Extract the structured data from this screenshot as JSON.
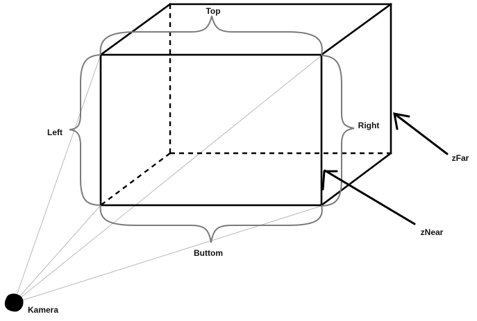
{
  "labels": {
    "top": "Top",
    "left": "Left",
    "right": "Right",
    "bottom": "Buttom",
    "znear": "zNear",
    "zfar": "zFar",
    "camera": "Kamera"
  },
  "colors": {
    "edges": "#000000",
    "rays": "#b8b8b8",
    "braces": "#7a7a7a",
    "camera": "#000000",
    "background": "#ffffff"
  }
}
